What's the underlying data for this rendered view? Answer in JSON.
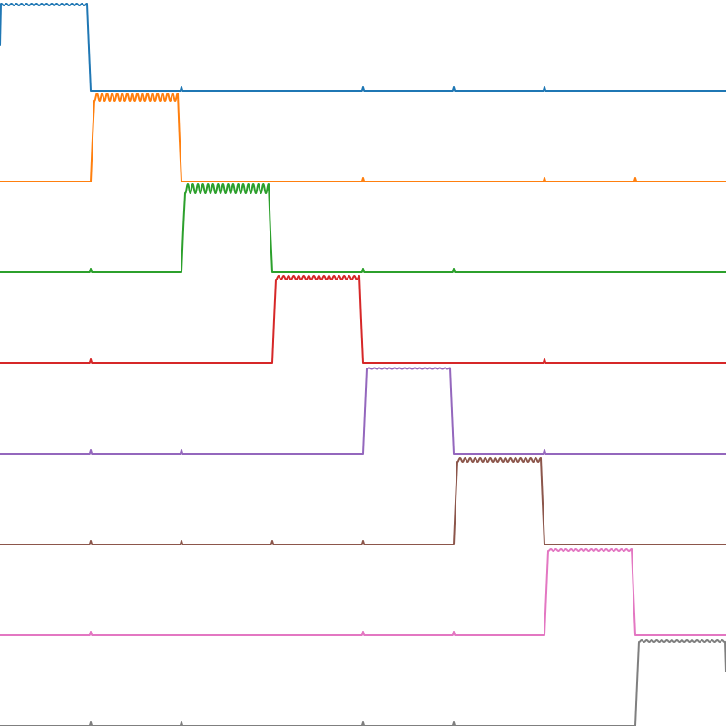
{
  "chart_data": {
    "type": "line",
    "title": "",
    "xlabel": "",
    "ylabel": "",
    "xlim": [
      0,
      8
    ],
    "ylim": [
      0,
      8
    ],
    "grid": false,
    "axes_visible": false,
    "legend": "none",
    "series": [
      {
        "color": "#1f77b4",
        "baseline": 7,
        "on_interval": [
          0,
          1
        ],
        "level": 0.95,
        "ripple": 0.01,
        "start_level": 0.5,
        "spikes": [
          2,
          4,
          5,
          6
        ]
      },
      {
        "color": "#ff7f0e",
        "baseline": 6,
        "on_interval": [
          1,
          2
        ],
        "level": 0.93,
        "ripple": 0.04,
        "spikes": [
          4,
          6,
          7
        ]
      },
      {
        "color": "#2ca02c",
        "baseline": 5,
        "on_interval": [
          2,
          3
        ],
        "level": 0.92,
        "ripple": 0.05,
        "spikes": [
          1,
          4,
          5
        ]
      },
      {
        "color": "#d62728",
        "baseline": 4,
        "on_interval": [
          3,
          4
        ],
        "level": 0.94,
        "ripple": 0.02,
        "spikes": [
          1,
          6
        ]
      },
      {
        "color": "#9467bd",
        "baseline": 3,
        "on_interval": [
          4,
          5
        ],
        "level": 0.94,
        "ripple": 0.005,
        "spikes": [
          1,
          2,
          6
        ]
      },
      {
        "color": "#8c564b",
        "baseline": 2,
        "on_interval": [
          5,
          6
        ],
        "level": 0.93,
        "ripple": 0.02,
        "spikes": [
          1,
          2,
          3,
          4
        ]
      },
      {
        "color": "#e377c2",
        "baseline": 1,
        "on_interval": [
          6,
          7
        ],
        "level": 0.94,
        "ripple": 0.01,
        "spikes": [
          1,
          4,
          5
        ]
      },
      {
        "color": "#7f7f7f",
        "baseline": 0,
        "on_interval": [
          7,
          8
        ],
        "level": 0.94,
        "ripple": 0.01,
        "end_level": 0.6,
        "spikes": [
          1,
          2,
          4,
          5
        ]
      }
    ]
  }
}
